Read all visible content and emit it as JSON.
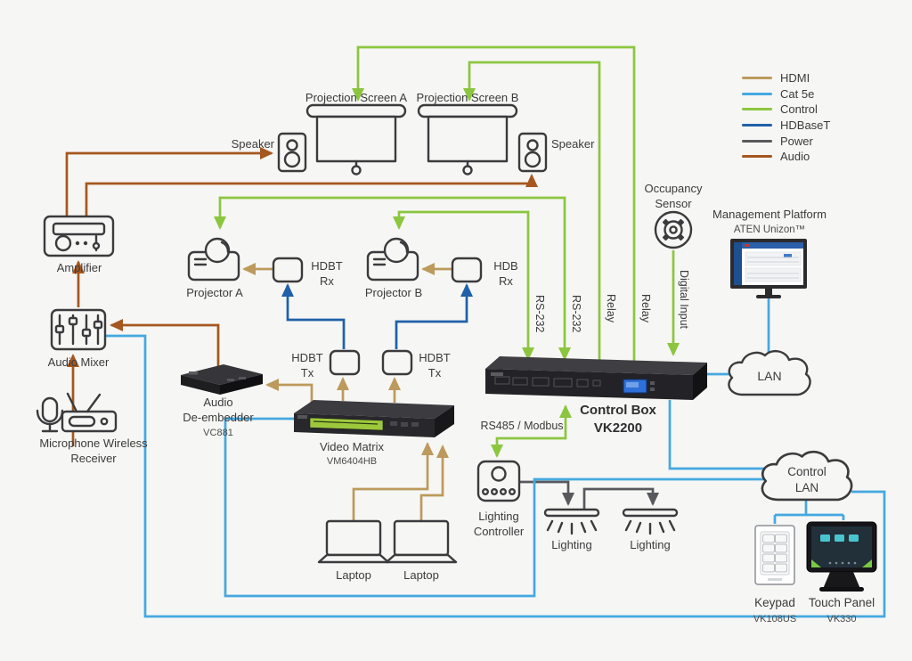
{
  "colors": {
    "hdmi": "#BC9A5C",
    "cat5e": "#44A8E0",
    "control": "#8CC63F",
    "hdbaset": "#2060A8",
    "power": "#58595C",
    "audio": "#A5571E",
    "outline": "#3B3B3E",
    "background": "#F6F6F4",
    "device_dark": "#242428",
    "lcd_green": "#9DC83C",
    "screen_blue": "#2F6FD8",
    "monitor_sidebar": "#1E4F8F",
    "monitor_topbar": "#2B5FA8",
    "panel_teal": "#49C5CF",
    "panel_green": "#7AC943"
  },
  "legend": {
    "items": [
      {
        "label": "HDMI"
      },
      {
        "label": "Cat 5e"
      },
      {
        "label": "Control"
      },
      {
        "label": "HDBaseT"
      },
      {
        "label": "Power"
      },
      {
        "label": "Audio"
      }
    ]
  },
  "nodes": {
    "projection_screen_a": "Projection Screen A",
    "projection_screen_b": "Projection Screen B",
    "speaker_left": "Speaker",
    "speaker_right": "Speaker",
    "amplifier": "Amplifier",
    "audio_mixer": "Audio Mixer",
    "mic_receiver": "Microphone Wireless Receiver",
    "audio_deembedder": "Audio\nDe-embedder",
    "audio_deembedder_model": "VC881",
    "video_matrix": "Video Matrix",
    "video_matrix_model": "VM6404HB",
    "projector_a": "Projector A",
    "projector_b": "Projector B",
    "hdbt_rx_a": "HDBT\nRx",
    "hdbt_rx_b": "HDB\nRx",
    "hdbt_tx_a": "HDBT\nTx",
    "hdbt_tx_b": "HDBT\nTx",
    "laptop_1": "Laptop",
    "laptop_2": "Laptop",
    "control_box": "Control Box",
    "control_box_model": "VK2200",
    "occupancy_sensor": "Occupancy\nSensor",
    "management_platform": "Management Platform",
    "management_platform_sub": "ATEN Unizon™",
    "lan": "LAN",
    "control_lan": "Control\nLAN",
    "lighting_controller": "Lighting\nController",
    "lighting_1": "Lighting",
    "lighting_2": "Lighting",
    "keypad": "Keypad",
    "keypad_model": "VK108US",
    "touch_panel": "Touch Panel",
    "touch_panel_model": "VK330"
  },
  "line_labels": {
    "rs232_1": "RS-232",
    "rs232_2": "RS-232",
    "relay_1": "Relay",
    "relay_2": "Relay",
    "digital_input": "Digital Input",
    "rs485_modbus": "RS485 / Modbus"
  }
}
